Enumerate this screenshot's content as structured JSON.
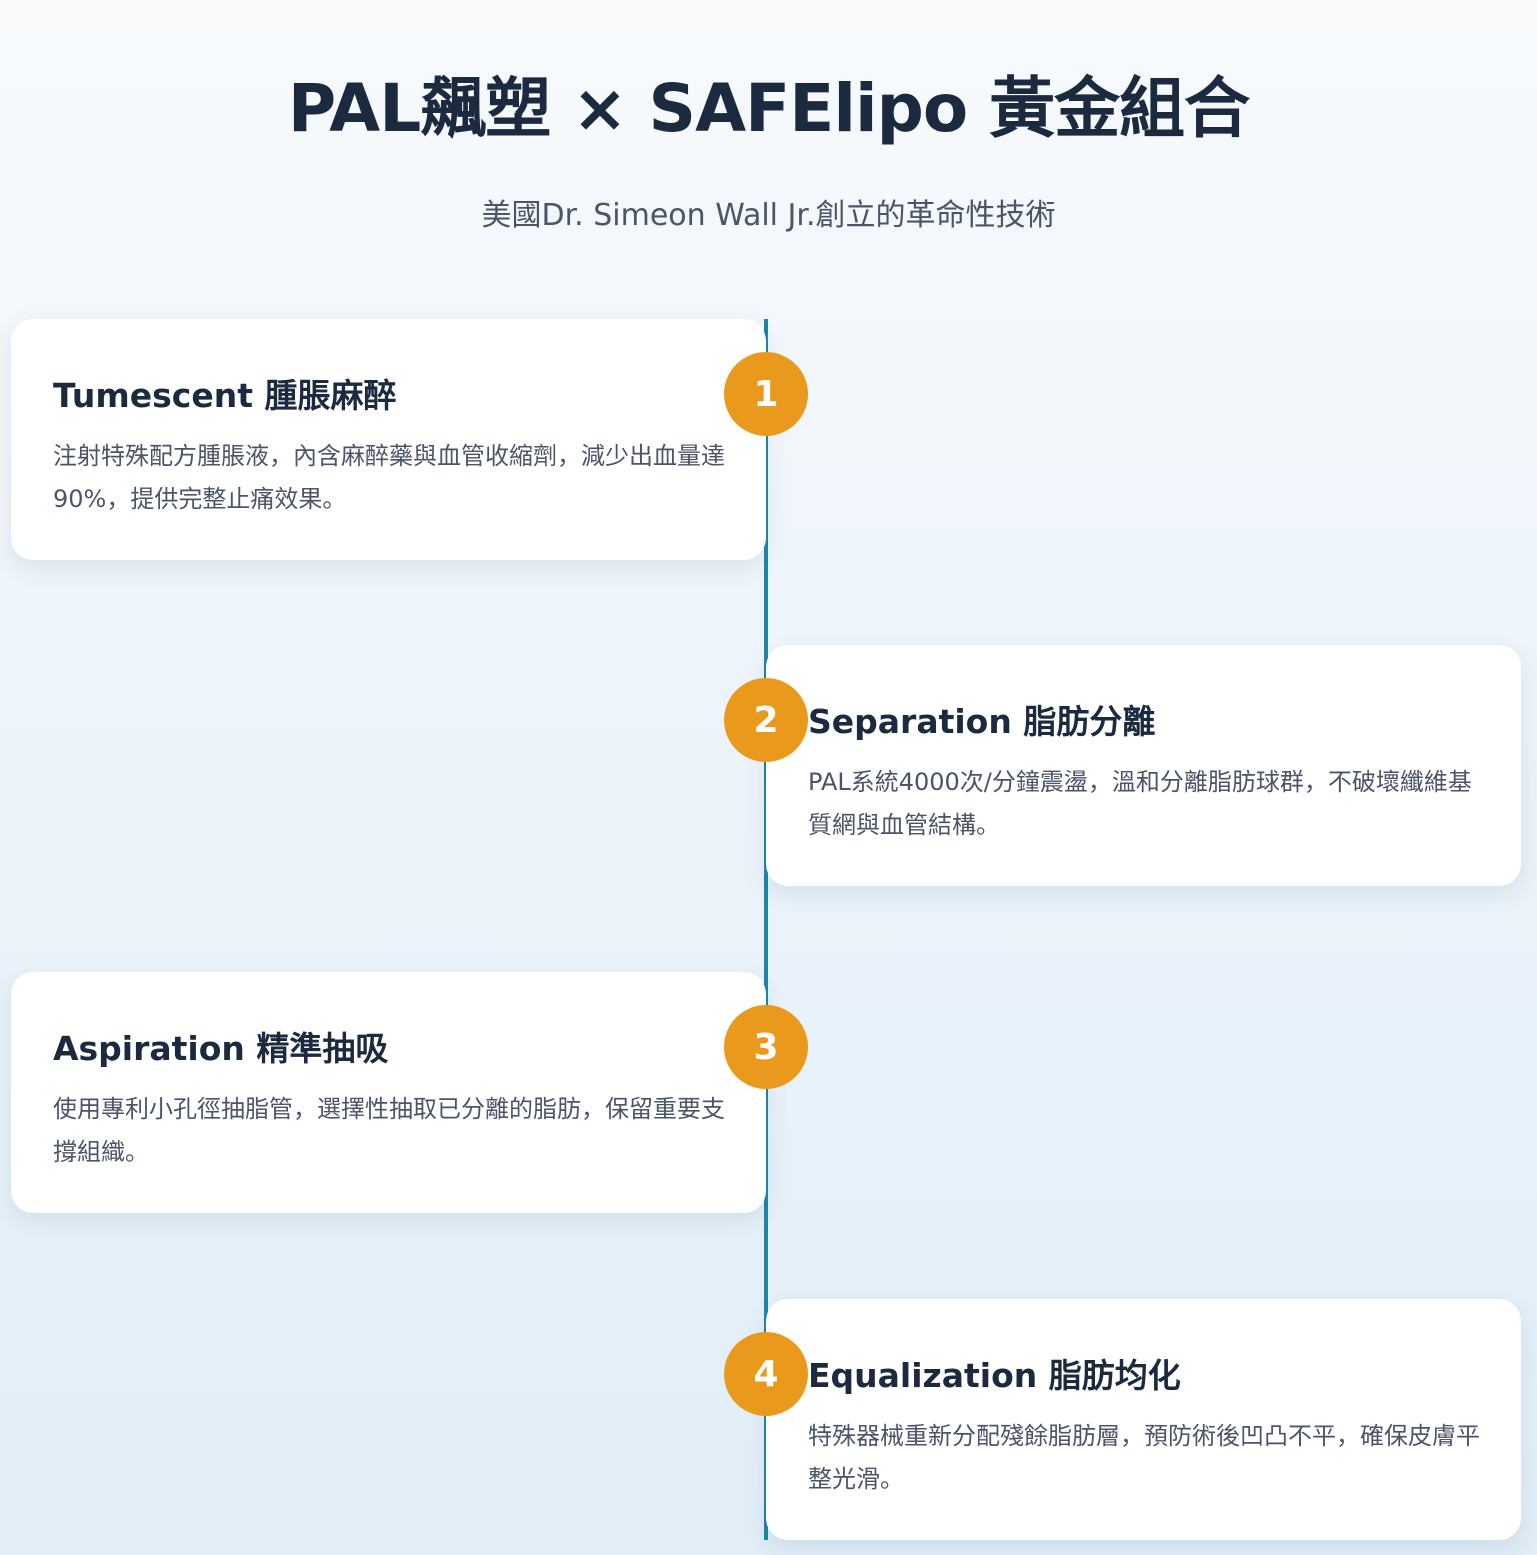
{
  "header": {
    "title": "PAL飆塑 × SAFElipo 黃金組合",
    "subtitle": "美國Dr. Simeon Wall Jr.創立的革命性技術"
  },
  "steps": [
    {
      "number": "1",
      "title": "Tumescent 腫脹麻醉",
      "description": "注射特殊配方腫脹液，內含麻醉藥與血管收縮劑，減少出血量達90%，提供完整止痛效果。"
    },
    {
      "number": "2",
      "title": "Separation 脂肪分離",
      "description": "PAL系統4000次/分鐘震盪，溫和分離脂肪球群，不破壞纖維基質網與血管結構。"
    },
    {
      "number": "3",
      "title": "Aspiration 精準抽吸",
      "description": "使用專利小孔徑抽脂管，選擇性抽取已分離的脂肪，保留重要支撐組織。"
    },
    {
      "number": "4",
      "title": "Equalization 脂肪均化",
      "description": "特殊器械重新分配殘餘脂肪層，預防術後凹凸不平，確保皮膚平整光滑。"
    }
  ],
  "colors": {
    "accent": "#e99a1c",
    "timeline": "#1f86a6",
    "heading": "#1c2a40"
  }
}
